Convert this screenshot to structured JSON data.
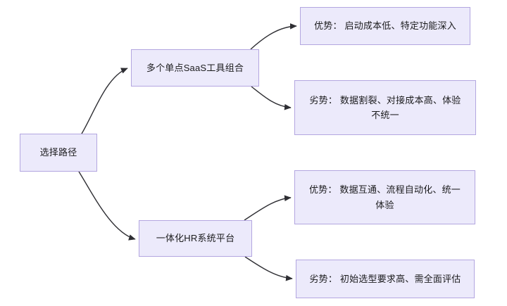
{
  "diagram": {
    "type": "flowchart",
    "direction": "left-to-right",
    "background": "#ffffff",
    "node_fill": "#ECEAFB",
    "node_border": "#B3A6E0",
    "edge_color": "#333333",
    "text_color": "#1b1b1d",
    "nodes": [
      {
        "id": "root",
        "label": "选择路径"
      },
      {
        "id": "saas",
        "label": "多个单点SaaS工具组合"
      },
      {
        "id": "hr",
        "label": "一体化HR系统平台"
      },
      {
        "id": "saas_pro",
        "label": "优势： 启动成本低、特定功能深入"
      },
      {
        "id": "saas_con",
        "label": "劣势： 数据割裂、对接成本高、体验\n不统一"
      },
      {
        "id": "hr_pro",
        "label": "优势： 数据互通、流程自动化、统一\n体验"
      },
      {
        "id": "hr_con",
        "label": "劣势： 初始选型要求高、需全面评估"
      }
    ],
    "edges": [
      {
        "from": "root",
        "to": "saas"
      },
      {
        "from": "root",
        "to": "hr"
      },
      {
        "from": "saas",
        "to": "saas_pro"
      },
      {
        "from": "saas",
        "to": "saas_con"
      },
      {
        "from": "hr",
        "to": "hr_pro"
      },
      {
        "from": "hr",
        "to": "hr_con"
      }
    ]
  }
}
